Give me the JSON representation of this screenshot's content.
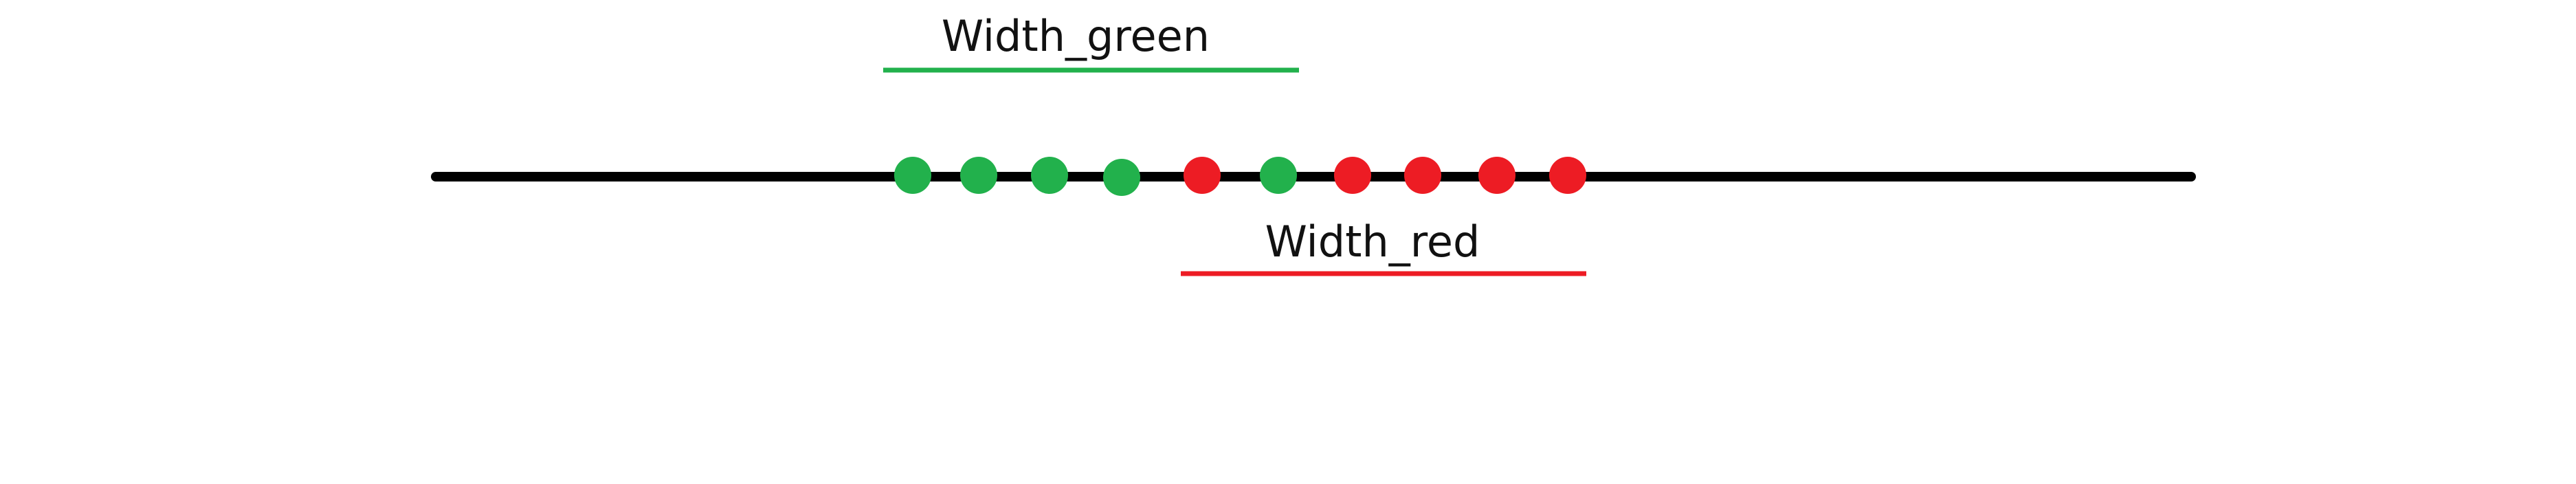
{
  "labels": {
    "green": "Width_green",
    "red": "Width_red"
  },
  "colors": {
    "axis": "#000000",
    "green": "#22b14c",
    "red": "#ed1c24",
    "text": "#111111"
  },
  "points": [
    "green",
    "green",
    "green",
    "green",
    "red",
    "green",
    "red",
    "red",
    "red",
    "red"
  ]
}
